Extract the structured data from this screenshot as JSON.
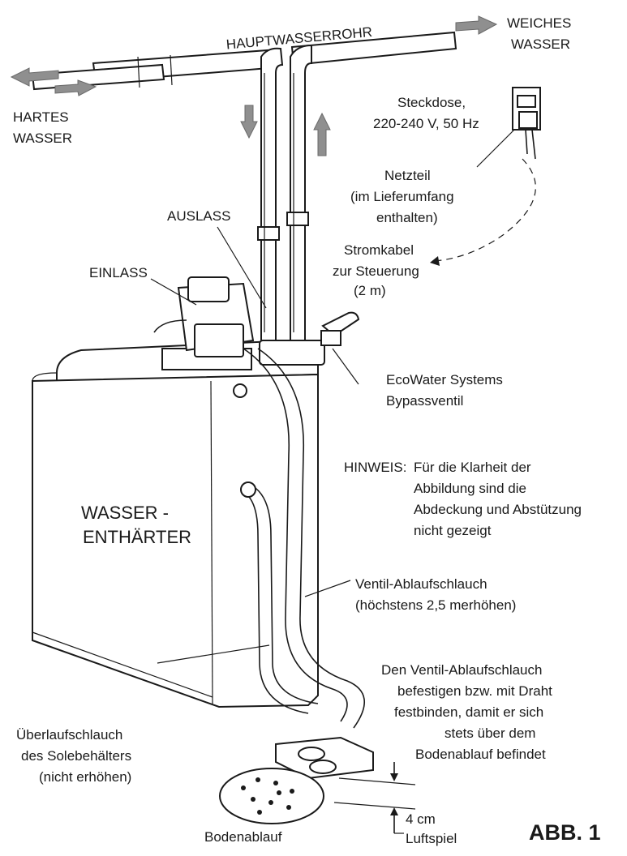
{
  "labels": {
    "main_pipe": "HAUPTWASSERROHR",
    "soft_water": [
      "WEICHES",
      "WASSER"
    ],
    "hard_water": [
      "HARTES",
      "WASSER"
    ],
    "outlet_socket": [
      "Steckdose,",
      "220-240 V, 50 Hz"
    ],
    "power_supply": [
      "Netzteil",
      "(im Lieferumfang",
      "enthalten)"
    ],
    "power_cable": [
      "Stromkabel",
      "zur Steuerung",
      "(2 m)"
    ],
    "outlet": "AUSLASS",
    "inlet": "EINLASS",
    "bypass_valve": [
      "EcoWater Systems",
      "Bypassventil"
    ],
    "note_prefix": "HINWEIS:",
    "note_text": [
      "Für die Klarheit der",
      "Abbildung sind die",
      "Abdeckung und Abstützung",
      "nicht gezeigt"
    ],
    "softener": [
      "WASSER -",
      "ENTHÄRTER"
    ],
    "valve_drain_hose": [
      "Ventil-Ablaufschlauch",
      "(höchstens 2,5 merhöhen)"
    ],
    "fasten_instruction": [
      "Den Ventil-Ablaufschlauch",
      "befestigen bzw. mit Draht",
      "festbinden, damit er sich",
      "stets über dem",
      "Bodenablauf befindet"
    ],
    "overflow_hose": [
      "Überlaufschlauch",
      "des Solebehälters",
      "(nicht erhöhen)"
    ],
    "floor_drain": "Bodenablauf",
    "air_gap": [
      "4 cm",
      "Luftspiel"
    ],
    "figure": "ABB. 1"
  }
}
